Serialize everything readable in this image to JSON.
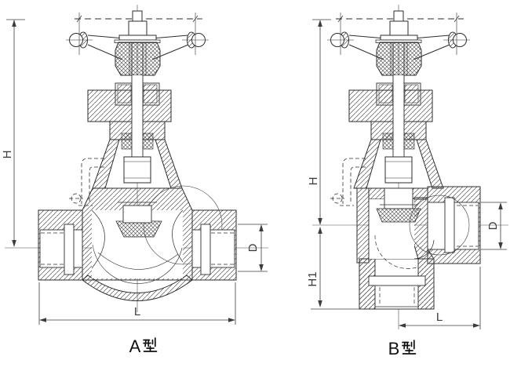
{
  "drawing": {
    "background_color": "#ffffff",
    "line_color": "#2e2e2e",
    "valve_a": {
      "caption": "A型",
      "caption_letter": "A",
      "dim_height": "H",
      "dim_diameter": "D",
      "dim_length": "L"
    },
    "valve_b": {
      "caption": "B型",
      "caption_letter": "B",
      "dim_height": "H",
      "dim_height1": "H1",
      "dim_diameter": "D",
      "dim_length": "L"
    }
  }
}
